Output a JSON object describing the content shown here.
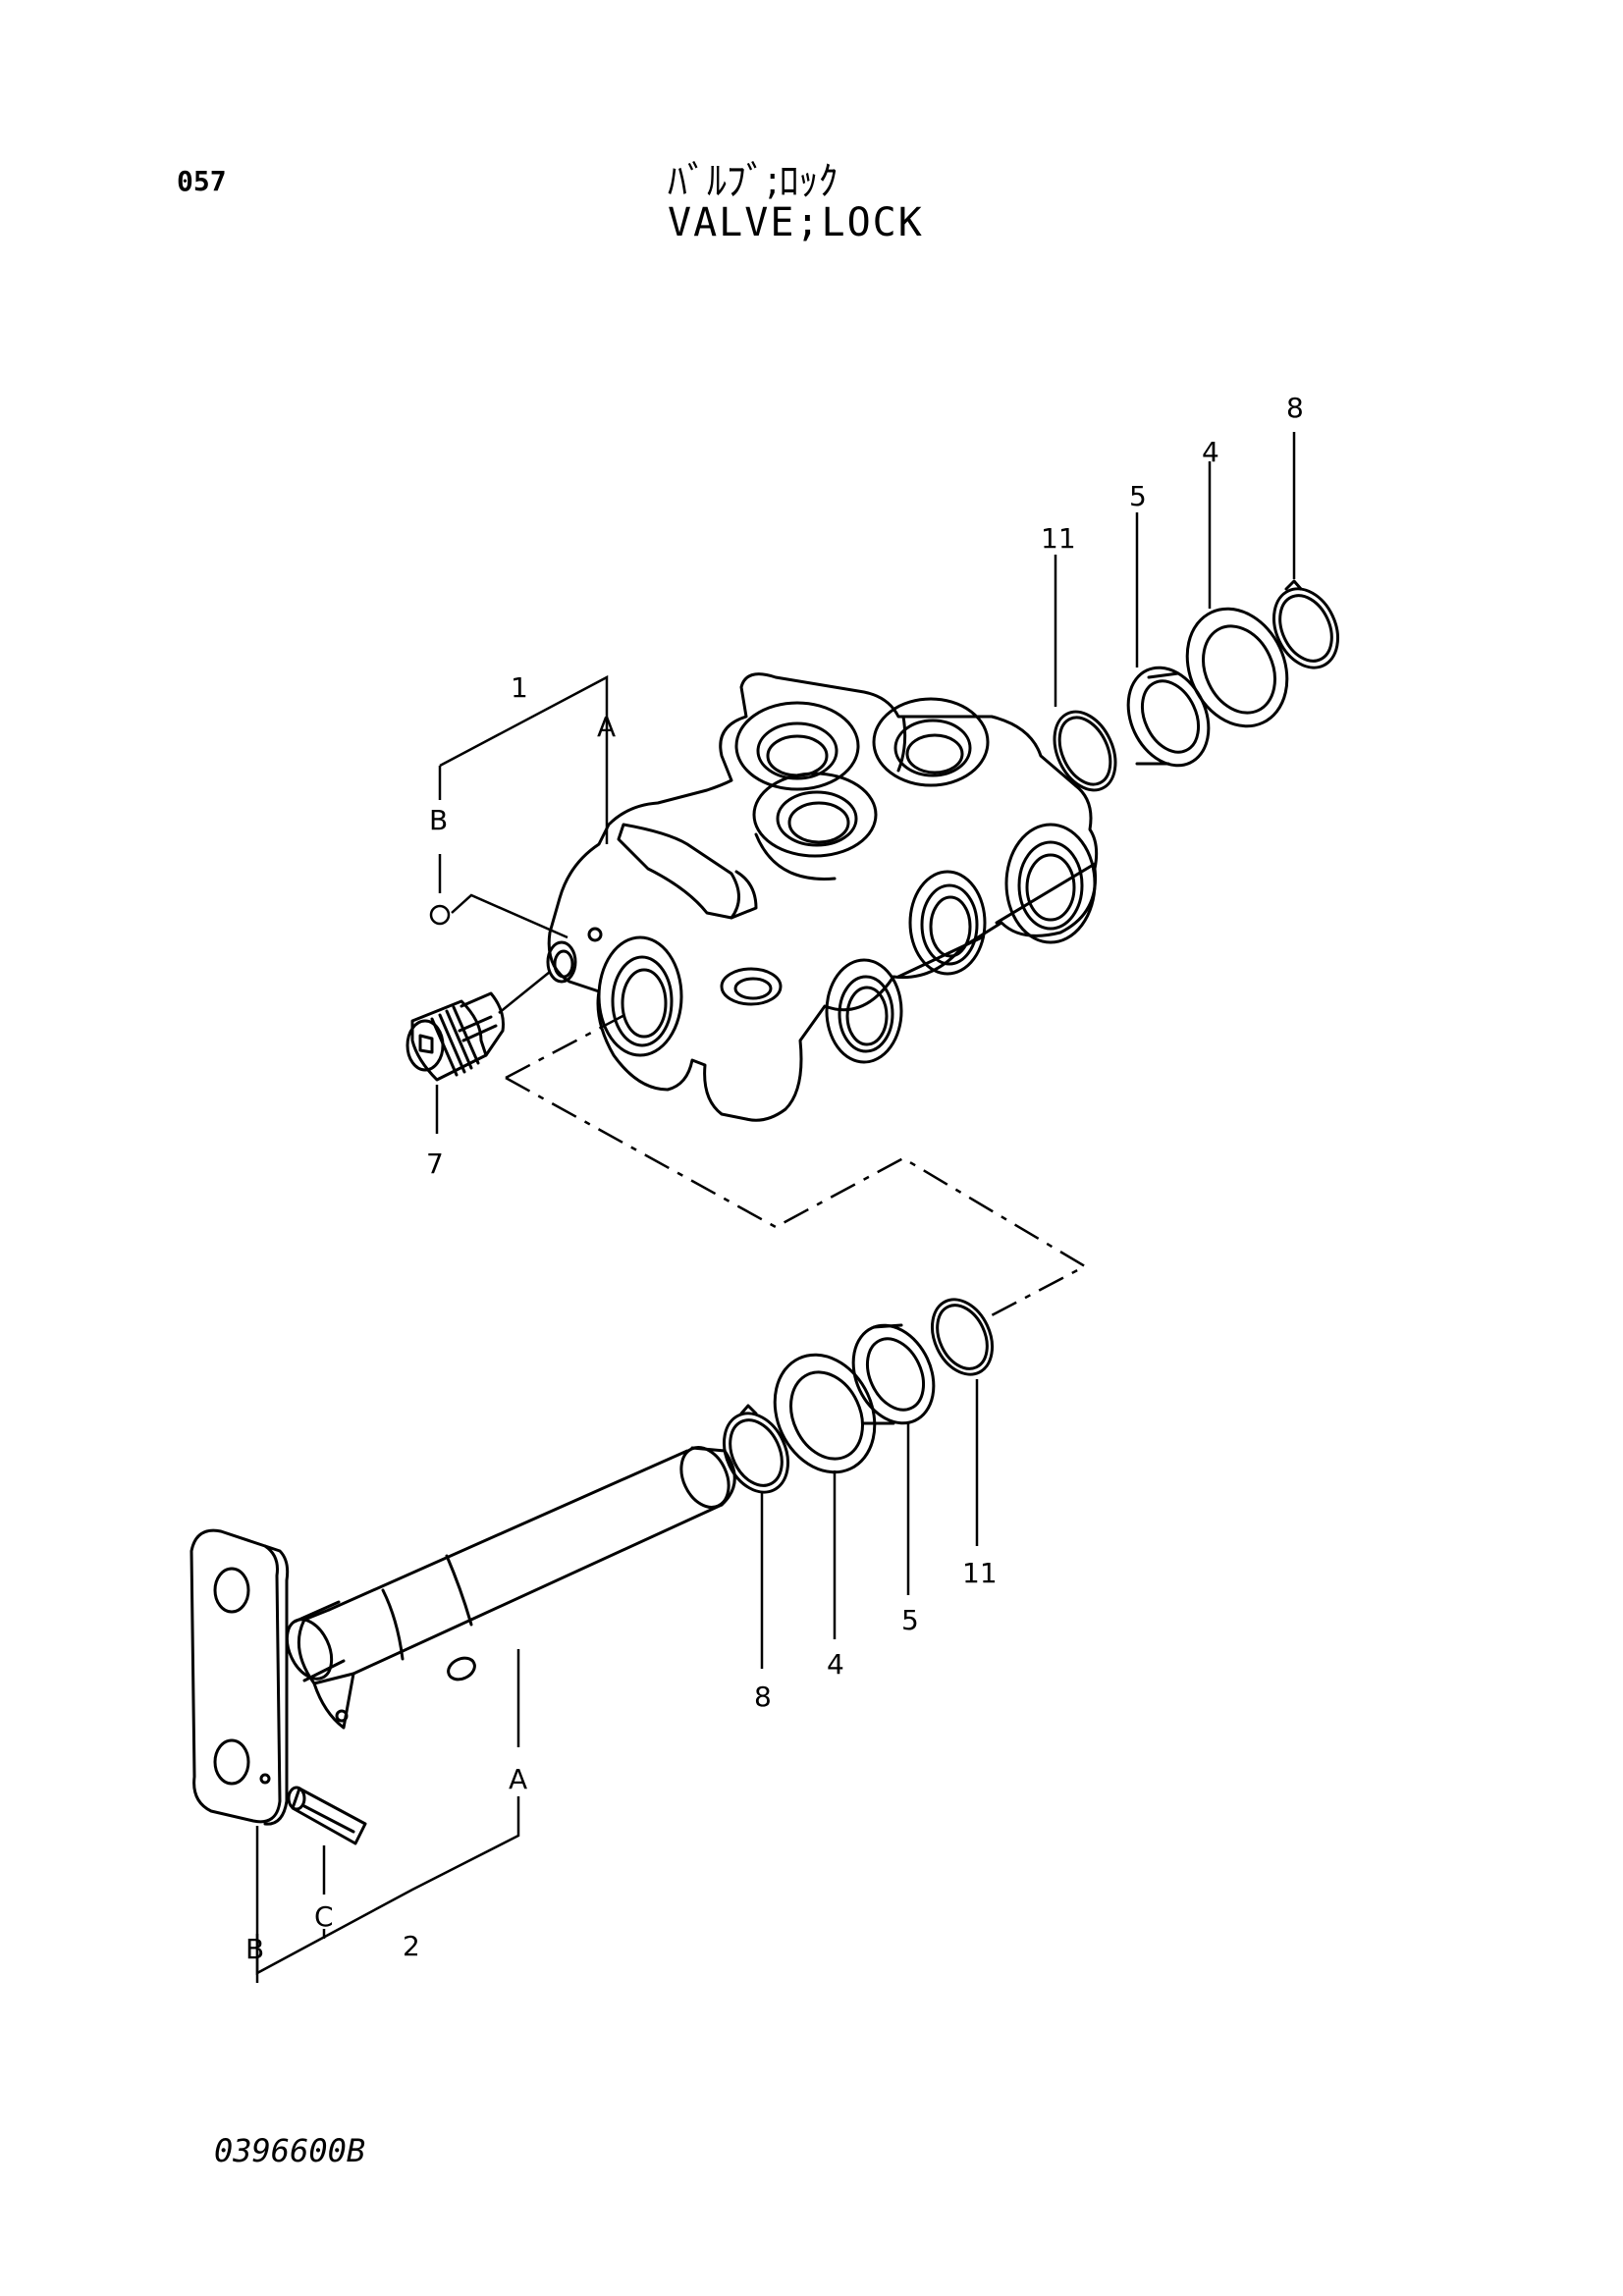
{
  "header": {
    "page_number": "057",
    "title_jp": "ﾊﾞﾙﾌﾞ;ﾛｯｸ",
    "title_en": "VALVE;LOCK"
  },
  "footer": {
    "drawing_code": "0396600B"
  },
  "callouts": [
    {
      "id": "upper-8",
      "label": "8"
    },
    {
      "id": "upper-4",
      "label": "4"
    },
    {
      "id": "upper-5",
      "label": "5"
    },
    {
      "id": "upper-11",
      "label": "11"
    },
    {
      "id": "part-1",
      "label": "1"
    },
    {
      "id": "upper-A",
      "label": "A"
    },
    {
      "id": "upper-B",
      "label": "B"
    },
    {
      "id": "part-7",
      "label": "7"
    },
    {
      "id": "lower-11",
      "label": "11"
    },
    {
      "id": "lower-5",
      "label": "5"
    },
    {
      "id": "lower-4",
      "label": "4"
    },
    {
      "id": "lower-8",
      "label": "8"
    },
    {
      "id": "lower-A",
      "label": "A"
    },
    {
      "id": "lower-C",
      "label": "C"
    },
    {
      "id": "lower-B",
      "label": "B"
    },
    {
      "id": "part-2",
      "label": "2"
    }
  ]
}
